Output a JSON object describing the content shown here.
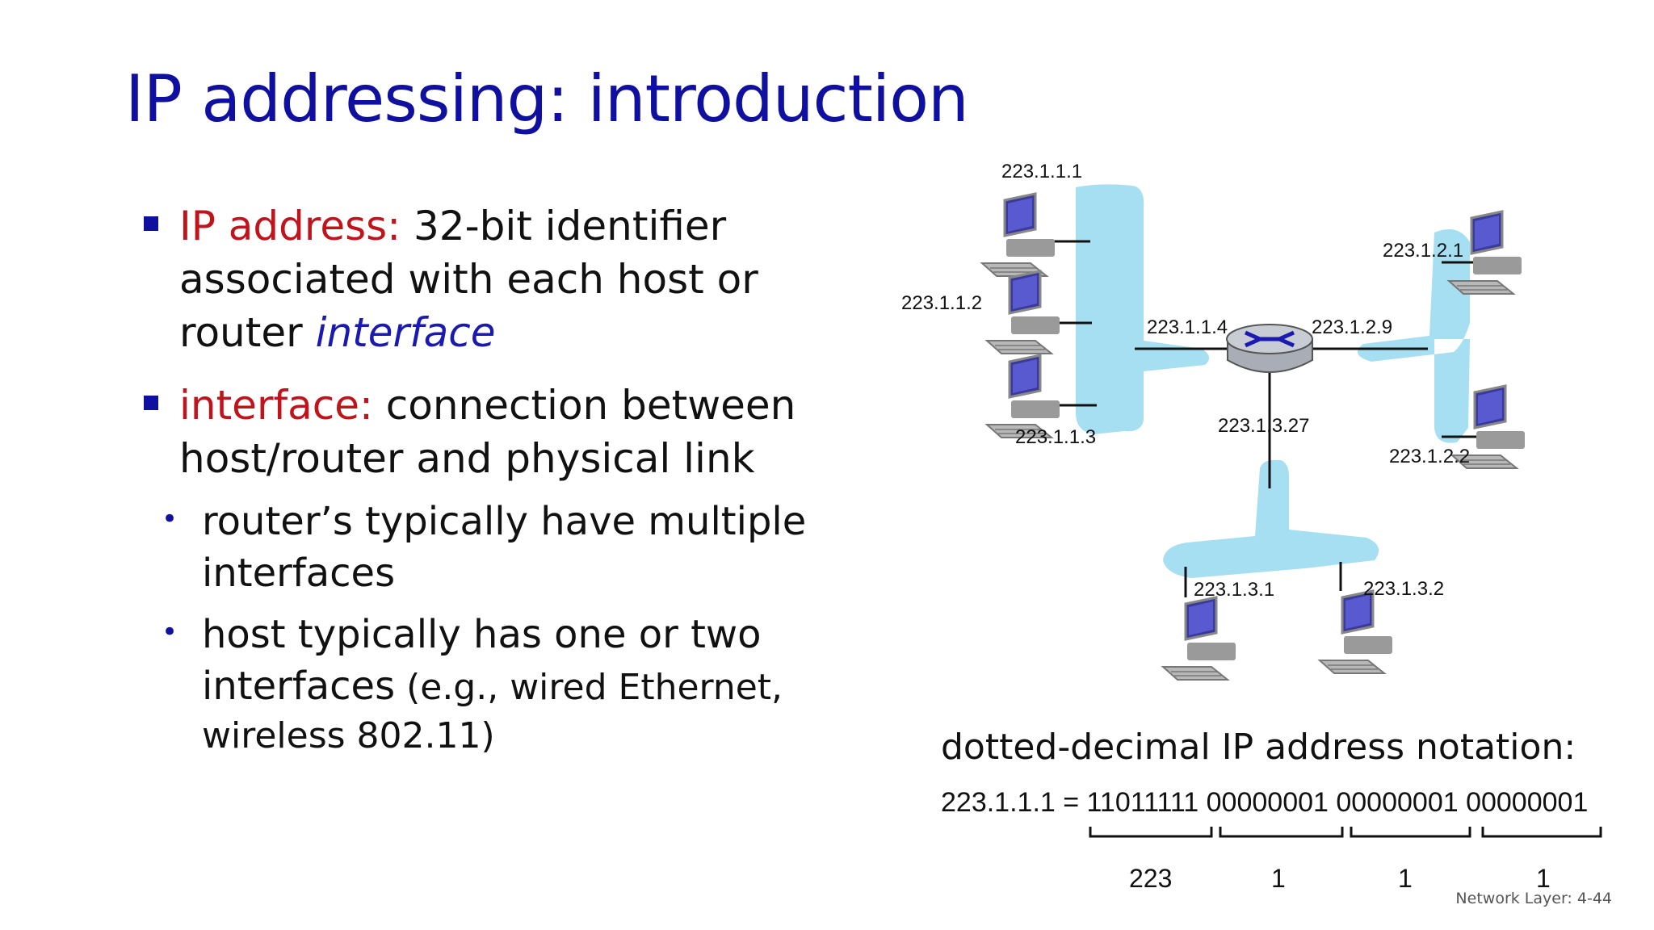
{
  "title": "IP addressing: introduction",
  "bullets": [
    {
      "term": "IP address:",
      "line1_rest": " 32-bit identifier",
      "line2": "associated with each host or",
      "line3_prefix": "router ",
      "line3_em": "interface"
    },
    {
      "term": "interface:",
      "line1_rest": " connection between",
      "line2": "host/router and physical link"
    }
  ],
  "subbullets": [
    {
      "line1": "router’s typically have multiple",
      "line2": "interfaces"
    },
    {
      "line1": "host typically has one or two",
      "line2_main": "interfaces",
      "line2_small": " (e.g., wired Ethernet,",
      "line3": "wireless 802.11)"
    }
  ],
  "diagram": {
    "labels": {
      "h111": "223.1.1.1",
      "h112": "223.1.1.2",
      "h113": "223.1.1.3",
      "r114": "223.1.1.4",
      "r129": "223.1.2.9",
      "r1327": "223.1.3.27",
      "h121": "223.1.2.1",
      "h122": "223.1.2.2",
      "h131": "223.1.3.1",
      "h132": "223.1.3.2"
    },
    "colors": {
      "subnet": "#a6def2",
      "screen": "#3a3a9c",
      "router": "#c8ccd4"
    },
    "icons": [
      "desktop-computer-icon",
      "router-icon"
    ]
  },
  "notation": {
    "caption": "dotted-decimal IP address notation:",
    "equation": "223.1.1.1 = 11011111 00000001 00000001 00000001",
    "decimals": [
      "223",
      "1",
      "1",
      "1"
    ]
  },
  "footer": "Network Layer: 4-44"
}
